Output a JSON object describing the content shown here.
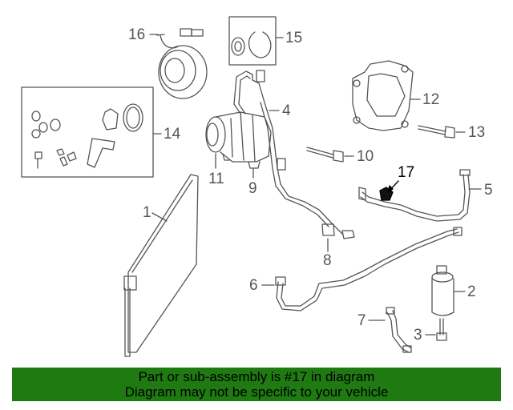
{
  "callouts": {
    "c1": "1",
    "c2": "2",
    "c3": "3",
    "c4": "4",
    "c5": "5",
    "c6": "6",
    "c7": "7",
    "c8": "8",
    "c9": "9",
    "c10": "10",
    "c11": "11",
    "c12": "12",
    "c13": "13",
    "c14": "14",
    "c15": "15",
    "c16": "16",
    "c17": "17"
  },
  "highlighted_part": "17",
  "banner": {
    "line1": "Part or sub-assembly is #17 in diagram",
    "line2": "Diagram may not be specific to your vehicle",
    "color": "#1f7a12"
  },
  "colors": {
    "line": "#555555",
    "highlight": "#000000"
  }
}
